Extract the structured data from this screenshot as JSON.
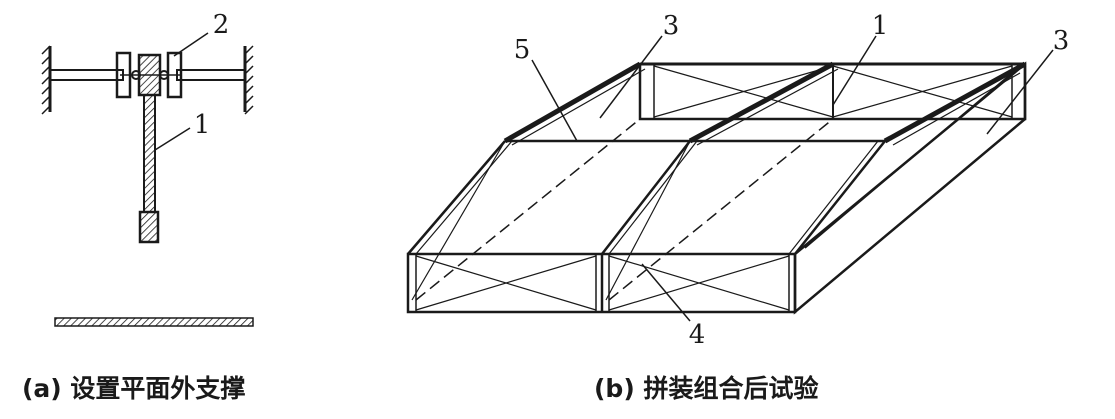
{
  "panel_a": {
    "caption": "(a) 设置平面外支撑",
    "labels": {
      "brace": "2",
      "column": "1"
    }
  },
  "panel_b": {
    "caption": "(b) 拼装组合后试验",
    "labels": {
      "top_panel_left": "3",
      "top_panel_right": "3",
      "edge_member": "5",
      "middle_panel": "1",
      "bottom_panel": "4"
    }
  }
}
